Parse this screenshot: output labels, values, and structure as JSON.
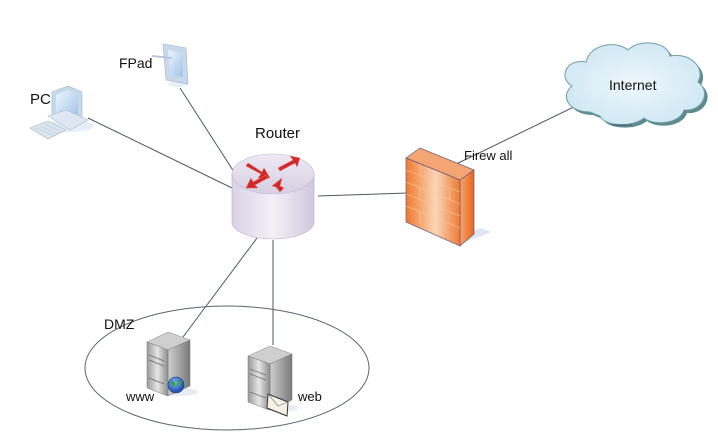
{
  "diagram": {
    "type": "network-topology",
    "nodes": {
      "pc": {
        "label": "PC",
        "icon": "desktop-computer-icon"
      },
      "fpad": {
        "label": "FPad",
        "icon": "tablet-icon"
      },
      "router": {
        "label": "Router",
        "icon": "router-icon"
      },
      "firewall": {
        "label": "Firew all",
        "icon": "firewall-icon"
      },
      "internet": {
        "label": "Internet",
        "icon": "cloud-icon"
      },
      "dmz": {
        "label": "DMZ"
      },
      "www": {
        "label": "www",
        "icon": "web-server-icon"
      },
      "web": {
        "label": "web",
        "icon": "mail-server-icon"
      }
    },
    "edges": [
      {
        "from": "pc",
        "to": "router"
      },
      {
        "from": "fpad",
        "to": "router"
      },
      {
        "from": "router",
        "to": "firewall"
      },
      {
        "from": "firewall",
        "to": "internet"
      },
      {
        "from": "router",
        "to": "www"
      },
      {
        "from": "router",
        "to": "web"
      }
    ]
  }
}
